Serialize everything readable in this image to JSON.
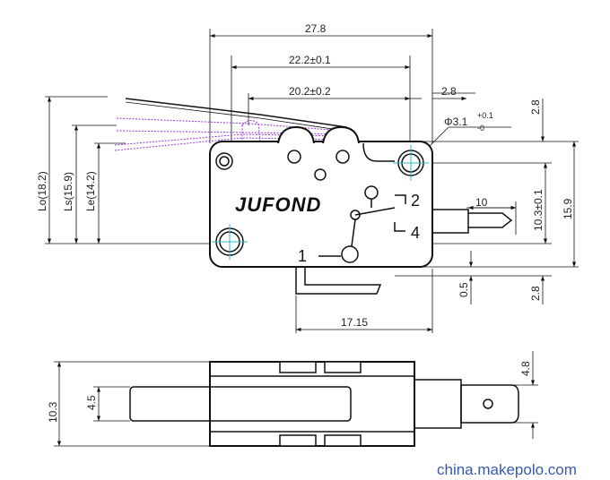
{
  "top_view": {
    "dims": {
      "overall_width": "27.8",
      "hole_pitch": "22.2±0.1",
      "lever_pivot": "20.2±0.2",
      "edge_to_hole": "2.8",
      "hole_diameter": "Φ3.1",
      "hole_tol_upper": "+0.1",
      "hole_tol_lower": "-0",
      "height": "15.9",
      "hole_vertical_pitch": "10.3±0.1",
      "terminal_length": "10",
      "terminal_offset": "0.5",
      "bottom_edge": "2.8",
      "terminal_position": "17.15",
      "lo": "Lo(18.2)",
      "ls": "Ls(15.9)",
      "le": "Le(14.2)"
    },
    "brand": "JUFOND",
    "pins": {
      "p1": "1",
      "p2": "2",
      "p4": "4"
    }
  },
  "side_view": {
    "dims": {
      "width": "10.3",
      "slot": "4.5",
      "terminal": "4.8"
    }
  },
  "watermark": "china.makepolo.com",
  "colors": {
    "lever_lines": "#9a3bd6",
    "centerlines": "#33b5c8",
    "watermark": "#3a5aa8"
  }
}
